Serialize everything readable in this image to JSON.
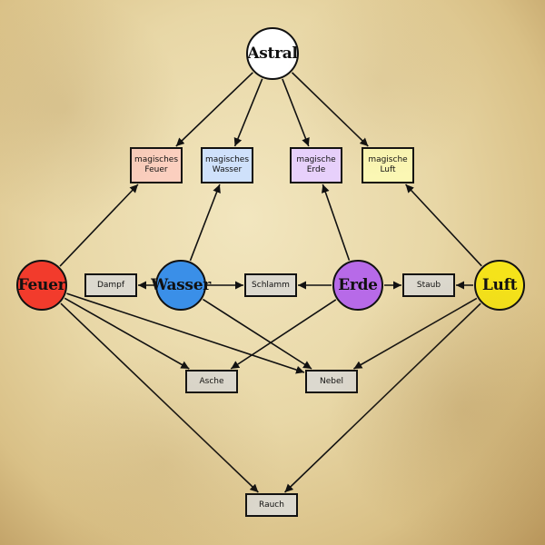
{
  "nodes": {
    "astral": {
      "label": "Astral",
      "color": "#ffffff"
    },
    "feuer": {
      "label": "Feuer",
      "color": "#f23b2c"
    },
    "wasser": {
      "label": "Wasser",
      "color": "#3a8fe8"
    },
    "erde": {
      "label": "Erde",
      "color": "#b76ae8"
    },
    "luft": {
      "label": "Luft",
      "color": "#f5e31a"
    },
    "mag_feuer": {
      "label": "magisches\nFeuer",
      "color": "#fbcfbf"
    },
    "mag_wasser": {
      "label": "magisches\nWasser",
      "color": "#cfe1fb"
    },
    "mag_erde": {
      "label": "magische\nErde",
      "color": "#e7d0fb"
    },
    "mag_luft": {
      "label": "magische\nLuft",
      "color": "#fbf7b4"
    },
    "dampf": {
      "label": "Dampf",
      "color": "#dcd9cf"
    },
    "schlamm": {
      "label": "Schlamm",
      "color": "#dcd9cf"
    },
    "staub": {
      "label": "Staub",
      "color": "#dcd9cf"
    },
    "asche": {
      "label": "Asche",
      "color": "#dcd9cf"
    },
    "nebel": {
      "label": "Nebel",
      "color": "#dcd9cf"
    },
    "rauch": {
      "label": "Rauch",
      "color": "#dcd9cf"
    }
  },
  "edges": [
    [
      "astral",
      "mag_feuer"
    ],
    [
      "astral",
      "mag_wasser"
    ],
    [
      "astral",
      "mag_erde"
    ],
    [
      "astral",
      "mag_luft"
    ],
    [
      "feuer",
      "mag_feuer"
    ],
    [
      "wasser",
      "mag_wasser"
    ],
    [
      "erde",
      "mag_erde"
    ],
    [
      "luft",
      "mag_luft"
    ],
    [
      "wasser",
      "dampf"
    ],
    [
      "wasser",
      "schlamm"
    ],
    [
      "erde",
      "schlamm"
    ],
    [
      "erde",
      "staub"
    ],
    [
      "luft",
      "staub"
    ],
    [
      "feuer",
      "asche"
    ],
    [
      "erde",
      "asche"
    ],
    [
      "feuer",
      "nebel"
    ],
    [
      "wasser",
      "nebel"
    ],
    [
      "luft",
      "nebel"
    ],
    [
      "feuer",
      "rauch"
    ],
    [
      "luft",
      "rauch"
    ]
  ]
}
